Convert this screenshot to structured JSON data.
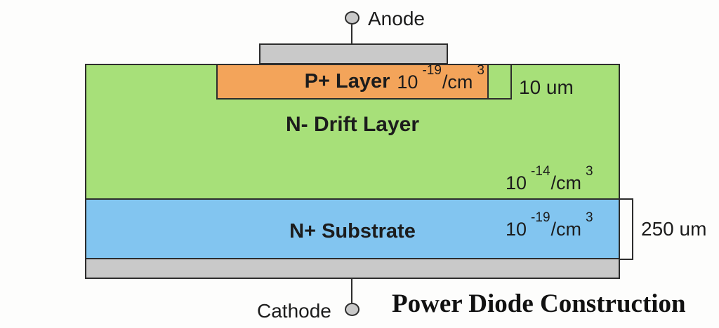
{
  "title": "Power Diode Construction",
  "anode": {
    "label": "Anode"
  },
  "cathode": {
    "label": "Cathode"
  },
  "layers": {
    "p_plus": {
      "name": "P+ Layer",
      "doping": {
        "base": "10",
        "exponent": "-19",
        "unit": "/cm",
        "unit_exponent": "3"
      }
    },
    "n_drift": {
      "name": "N- Drift Layer",
      "doping": {
        "base": "10",
        "exponent": "-14",
        "unit": "/cm",
        "unit_exponent": "3"
      }
    },
    "n_substrate": {
      "name": "N+ Substrate",
      "doping": {
        "base": "10",
        "exponent": "-19",
        "unit": "/cm",
        "unit_exponent": "3"
      }
    }
  },
  "dimensions": {
    "p_layer_thickness": "10 um",
    "substrate_thickness": "250 um"
  },
  "colors": {
    "p_plus_layer": "#f3a45a",
    "n_drift_layer": "#a7e079",
    "n_substrate_layer": "#82c5f0",
    "metal_contact": "#c9c9c9",
    "terminal_fill": "#c9c9c9",
    "outline": "#2d2d2d",
    "background": "#fdfdfc"
  }
}
